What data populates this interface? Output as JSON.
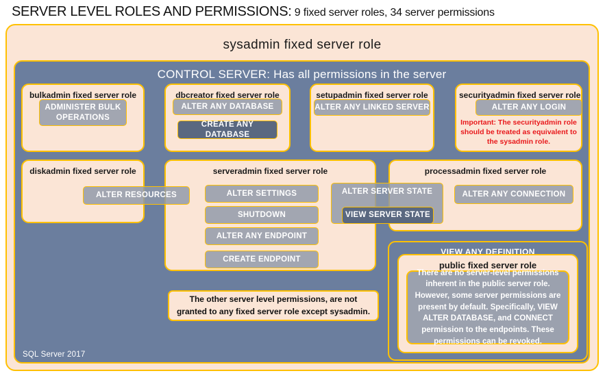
{
  "title": {
    "strong": "SERVER LEVEL ROLES AND PERMISSIONS:",
    "sub": " 9 fixed server roles, 34 server permissions"
  },
  "sysadmin": {
    "label": "sysadmin  fixed  server  role"
  },
  "control_server": {
    "label": "CONTROL SERVER: Has all permissions in the server"
  },
  "roles": {
    "bulkadmin": {
      "label": "bulkadmin  fixed server role",
      "permissions": [
        "ADMINISTER  BULK OPERATIONS"
      ]
    },
    "dbcreator": {
      "label": "dbcreator fixed server role",
      "permissions": [
        "ALTER ANY DATABASE",
        "CREATE ANY DATABASE"
      ]
    },
    "setupadmin": {
      "label": "setupadmin fixed server role",
      "permissions": [
        "ALTER ANY LINKED SERVER"
      ]
    },
    "securityadmin": {
      "label": "securityadmin  fixed server role",
      "permissions": [
        "ALTER ANY LOGIN"
      ],
      "note": "Important:  The securityadmin role should  be treated  as equivalent to the  sysadmin role."
    },
    "diskadmin": {
      "label": "diskadmin  fixed server role",
      "permissions": [
        "ALTER RESOURCES"
      ]
    },
    "serveradmin": {
      "label": "serveradmin fixed server role",
      "permissions": [
        "ALTER SETTINGS",
        "SHUTDOWN",
        "ALTER ANY ENDPOINT",
        "CREATE  ENDPOINT"
      ]
    },
    "processadmin": {
      "label": "processadmin  fixed server role",
      "permissions": [
        "ALTER SERVER STATE",
        "VIEW SERVER STATE",
        "ALTER ANY CONNECTION"
      ]
    },
    "public": {
      "view_any_definition": "VIEW ANY DEFINITION",
      "label": "public  fixed server role",
      "note": "There are no server-level permissions inherent in the public server role. However, some server permissions are present by default. Specifically, VIEW ALTER DATABASE, and CONNECT permission to the endpoints. These permissions can be revoked."
    }
  },
  "other_permissions_note": "The other server level permissions,  are not granted to any fixed server role except sysadmin.",
  "footer": {
    "version": "SQL Server 2017"
  },
  "colors": {
    "peach": "#fbe5d6",
    "gold_border": "#ffc000",
    "steel": "#6b7e9e",
    "chip": "#8d97a8",
    "chip_dark": "#5a6880",
    "alert_red": "#e8191c"
  }
}
